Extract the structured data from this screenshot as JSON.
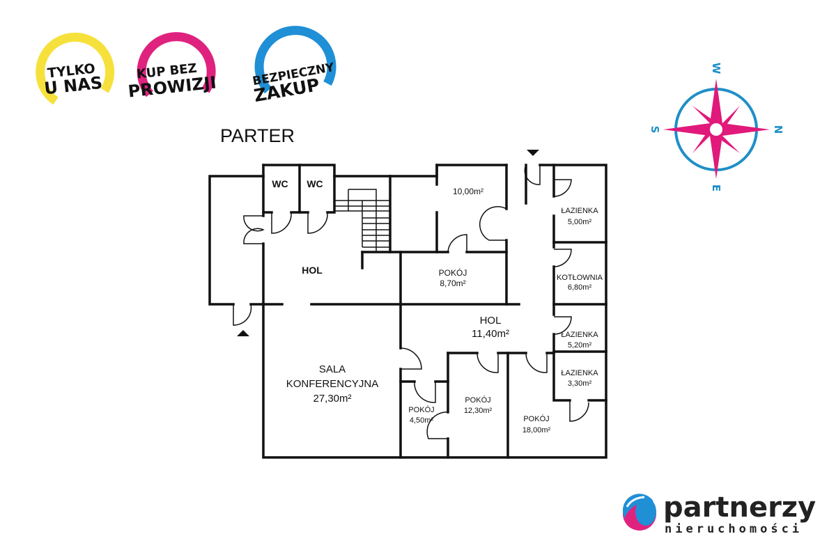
{
  "badges": [
    {
      "line1": "TYLKO",
      "line2": "U NAS",
      "color": "#f6e13c"
    },
    {
      "line1": "KUP BEZ",
      "line2": "PROWIZJI",
      "color": "#e0227f"
    },
    {
      "line1": "BEZPIECZNY",
      "line2": "ZAKUP",
      "color": "#1f8fd6"
    }
  ],
  "plan": {
    "title": "PARTER",
    "rooms": {
      "wc1": {
        "name": "WC"
      },
      "wc2": {
        "name": "WC"
      },
      "hol_left": {
        "name": "HOL"
      },
      "room_10": {
        "area": "10,00m²"
      },
      "pokoj_870": {
        "name": "POKÓJ",
        "area": "8,70m²"
      },
      "lazienka_500": {
        "name": "ŁAZIENKA",
        "area": "5,00m²"
      },
      "kotlownia": {
        "name": "KOTŁOWNIA",
        "area": "6,80m²"
      },
      "hol_main": {
        "name": "HOL",
        "area": "11,40m²"
      },
      "lazienka_520": {
        "name": "ŁAZIENKA",
        "area": "5,20m²"
      },
      "lazienka_330": {
        "name": "ŁAZIENKA",
        "area": "3,30m²"
      },
      "sala": {
        "name1": "SALA",
        "name2": "KONFERENCYJNA",
        "area": "27,30m²"
      },
      "pokoj_450": {
        "name": "POKÓJ",
        "area": "4,50m²"
      },
      "pokoj_1230": {
        "name": "POKÓJ",
        "area": "12,30m²"
      },
      "pokoj_1800": {
        "name": "POKÓJ",
        "area": "18,00m²"
      }
    }
  },
  "compass": {
    "top": "W",
    "right": "N",
    "bottom": "E",
    "left": "S",
    "ring_color": "#1f8fc7",
    "star_color": "#e0197a"
  },
  "logo": {
    "name": "partnerzy",
    "tagline": "nieruchomości"
  }
}
